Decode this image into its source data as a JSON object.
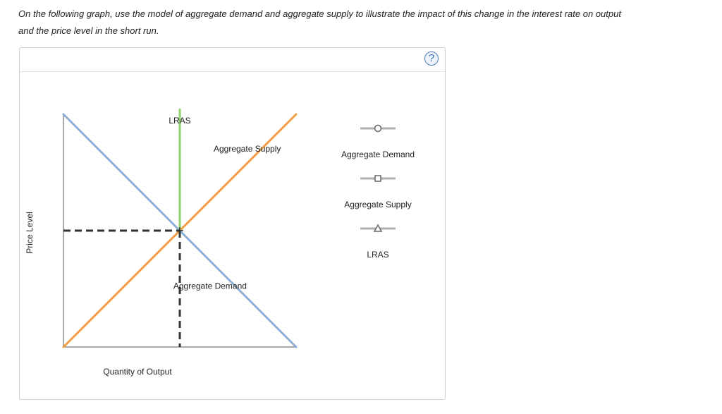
{
  "instructions": {
    "line1": "On the following graph, use the model of aggregate demand and aggregate supply to illustrate the impact of this change in the interest rate on output",
    "line2": "and the price level in the short run."
  },
  "help": {
    "label": "?",
    "icon": "question-circle-icon"
  },
  "chart_data": {
    "type": "line",
    "xlabel": "Quantity of Output",
    "ylabel": "Price Level",
    "xlim": [
      0,
      10
    ],
    "ylim": [
      0,
      10
    ],
    "grid": false,
    "series": [
      {
        "name": "Aggregate Demand",
        "color": "#8fb0d6",
        "x": [
          0,
          10
        ],
        "y": [
          10,
          0
        ],
        "label_at": [
          6.3,
          2.5
        ]
      },
      {
        "name": "Aggregate Supply",
        "color": "#f0a040",
        "x": [
          0,
          10
        ],
        "y": [
          0,
          10
        ],
        "label_at": [
          7.9,
          8.4
        ]
      },
      {
        "name": "LRAS",
        "color": "#8fd16a",
        "x": [
          5,
          5
        ],
        "y": [
          5,
          10.2
        ],
        "label_at": [
          5.0,
          9.6
        ]
      }
    ],
    "equilibrium": {
      "x": 5,
      "y": 5
    }
  },
  "palette": [
    {
      "label": "Aggregate Demand",
      "marker": "circle",
      "icon": "ad-circle-marker-icon"
    },
    {
      "label": "Aggregate Supply",
      "marker": "square",
      "icon": "as-square-marker-icon"
    },
    {
      "label": "LRAS",
      "marker": "triangle",
      "icon": "lras-triangle-marker-icon"
    }
  ],
  "colors": {
    "dashed_guide": "#333333",
    "axis": "#555555",
    "palette_line": "#b0b0b0",
    "marker_stroke": "#666666"
  }
}
